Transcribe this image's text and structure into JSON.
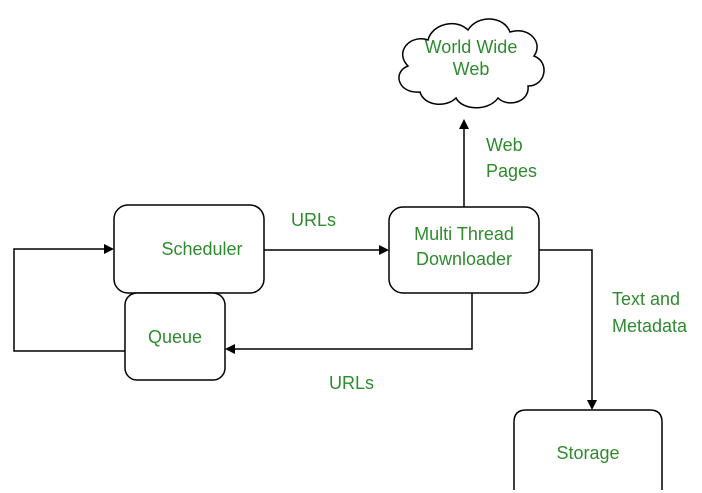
{
  "diagram": {
    "nodes": {
      "www": "World Wide\nWeb",
      "scheduler": "Scheduler",
      "queue": "Queue",
      "downloader": "Multi Thread\nDownloader",
      "storage": "Storage"
    },
    "edges": {
      "scheduler_to_downloader": "URLs",
      "downloader_to_queue": "URLs",
      "downloader_to_www": "Web\nPages",
      "downloader_to_storage": "Text and\nMetadata"
    }
  },
  "colors": {
    "text": "#2e8b2e",
    "stroke": "#000000"
  }
}
